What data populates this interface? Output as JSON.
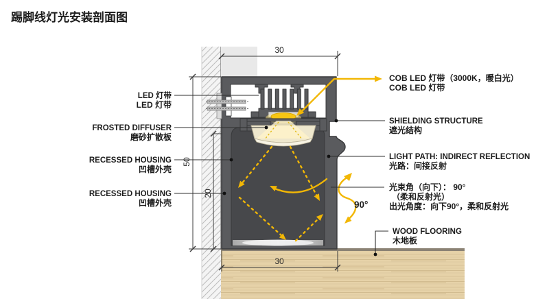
{
  "title": "踢脚线灯光安装剖面图",
  "labels": {
    "led_strip": {
      "en": "LED 灯带",
      "zh": "LED 灯带"
    },
    "frosted_diffuser": {
      "en": "FROSTED DIFFUSER",
      "zh": "磨砂扩散板"
    },
    "recessed_housing_1": {
      "en": "RECESSED HOUSING",
      "zh": "凹槽外壳"
    },
    "recessed_housing_2": {
      "en": "RECESSED HOUSING",
      "zh": "凹槽外壳"
    },
    "cob_led": {
      "line1": "COB LED 灯带（3000K，暖白光）",
      "line2": "COB LED 灯带"
    },
    "shielding": {
      "en": "SHIELDING STRUCTURE",
      "zh": "遮光结构"
    },
    "light_path": {
      "en": "LIGHT PATH: INDIRECT REFLECTION",
      "zh": "光路：间接反射"
    },
    "beam_angle": {
      "line1": "光束角（向下）： 90°",
      "line2": "（柔和反射光）",
      "line3": "出光角度：向下90°，柔和反射光"
    },
    "wood_flooring": {
      "en": "WOOD FLOORING",
      "zh": "木地板"
    }
  },
  "dimensions": {
    "top_width": "30",
    "bottom_width": "30",
    "overall_height": "50",
    "cavity_height": "20"
  },
  "annotations": {
    "beam_angle_value": "90°"
  },
  "colors": {
    "accent_yellow": "#F2B705",
    "profile_gray": "#5A5B5E",
    "cavity_gray": "#47484B",
    "wood_tan": "#E6D2A8",
    "wall_hatch": "#BFBFBF"
  }
}
